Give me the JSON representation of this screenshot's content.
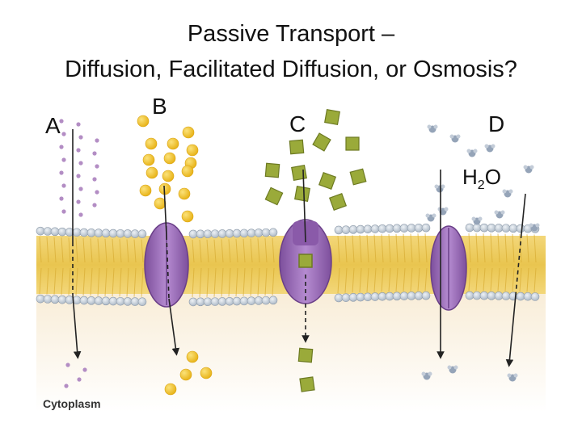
{
  "title_line1": "Passive Transport –",
  "title_line2": "Diffusion, Facilitated Diffusion, or Osmosis?",
  "labels": {
    "a": "A",
    "b": "B",
    "c": "C",
    "d": "D"
  },
  "water_label": {
    "main": "H",
    "sub": "2",
    "tail": "O"
  },
  "cytoplasm_label": "Cytoplasm",
  "colors": {
    "small_molecule": "#b38dc4",
    "yellow_molecule": "#f4c430",
    "green_molecule": "#9aaa3a",
    "water_molecule": "#95a4b8",
    "protein": "#9b6cb8",
    "membrane_tails": "#f0d36a",
    "membrane_heads": "#c6cfd9",
    "cytoplasm": "#f4e4c8"
  }
}
